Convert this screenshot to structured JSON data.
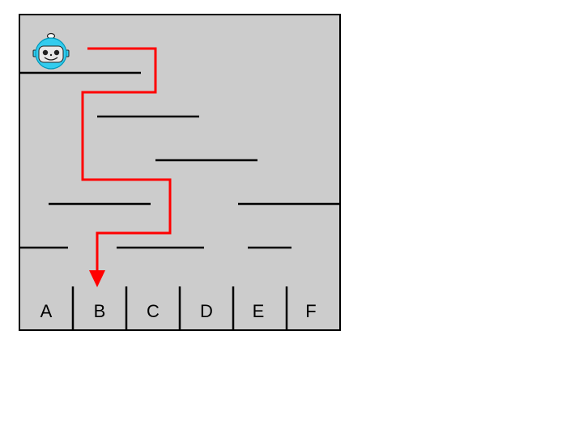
{
  "game": {
    "type": "maze-path-puzzle",
    "colors": {
      "board_background": "#cccccc",
      "border": "#000000",
      "walls": "#000000",
      "path": "#ff0000",
      "robot_face": "#33ccee",
      "robot_outline": "#0099bb",
      "page_background": "#ffffff"
    },
    "robot": {
      "icon": "robot-icon",
      "start_position": "top-left"
    },
    "exits": [
      {
        "label": "A"
      },
      {
        "label": "B"
      },
      {
        "label": "C"
      },
      {
        "label": "D"
      },
      {
        "label": "E"
      },
      {
        "label": "F"
      }
    ],
    "path_end_label": "B"
  }
}
